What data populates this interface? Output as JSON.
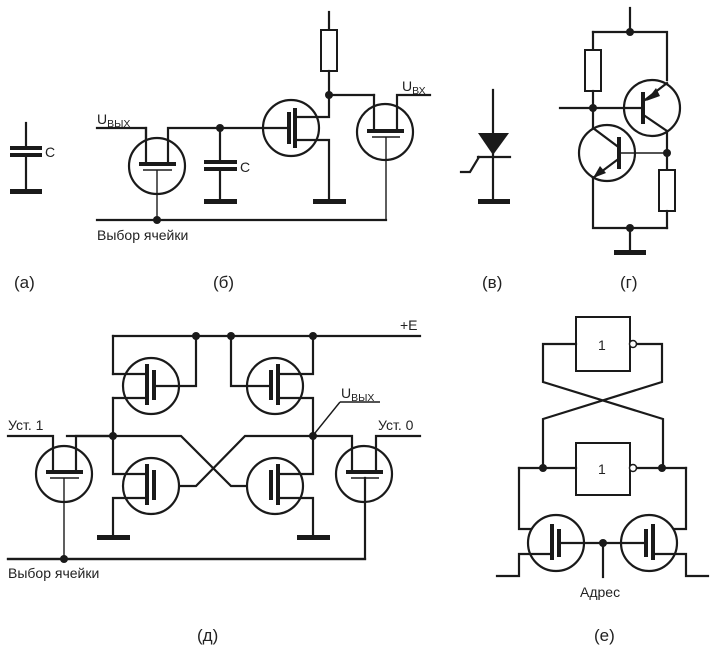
{
  "figure": {
    "panels": [
      {
        "id": "a",
        "caption": "(а)",
        "labels": {
          "capacitor": "C"
        }
      },
      {
        "id": "b",
        "caption": "(б)",
        "labels": {
          "output": "U",
          "output_sub": "ВЫХ",
          "input": "U",
          "input_sub": "ВХ",
          "capacitor": "C",
          "select": "Выбор ячейки"
        }
      },
      {
        "id": "v",
        "caption": "(в)"
      },
      {
        "id": "g",
        "caption": "(г)"
      },
      {
        "id": "d",
        "caption": "(д)",
        "labels": {
          "supply": "+E",
          "output": "U",
          "output_sub": "ВЫХ",
          "set1": "Уст. 1",
          "set0": "Уст. 0",
          "select": "Выбор ячейки"
        }
      },
      {
        "id": "e",
        "caption": "(е)",
        "labels": {
          "gate_top": "1",
          "gate_bottom": "1",
          "address": "Адрес"
        }
      }
    ]
  }
}
